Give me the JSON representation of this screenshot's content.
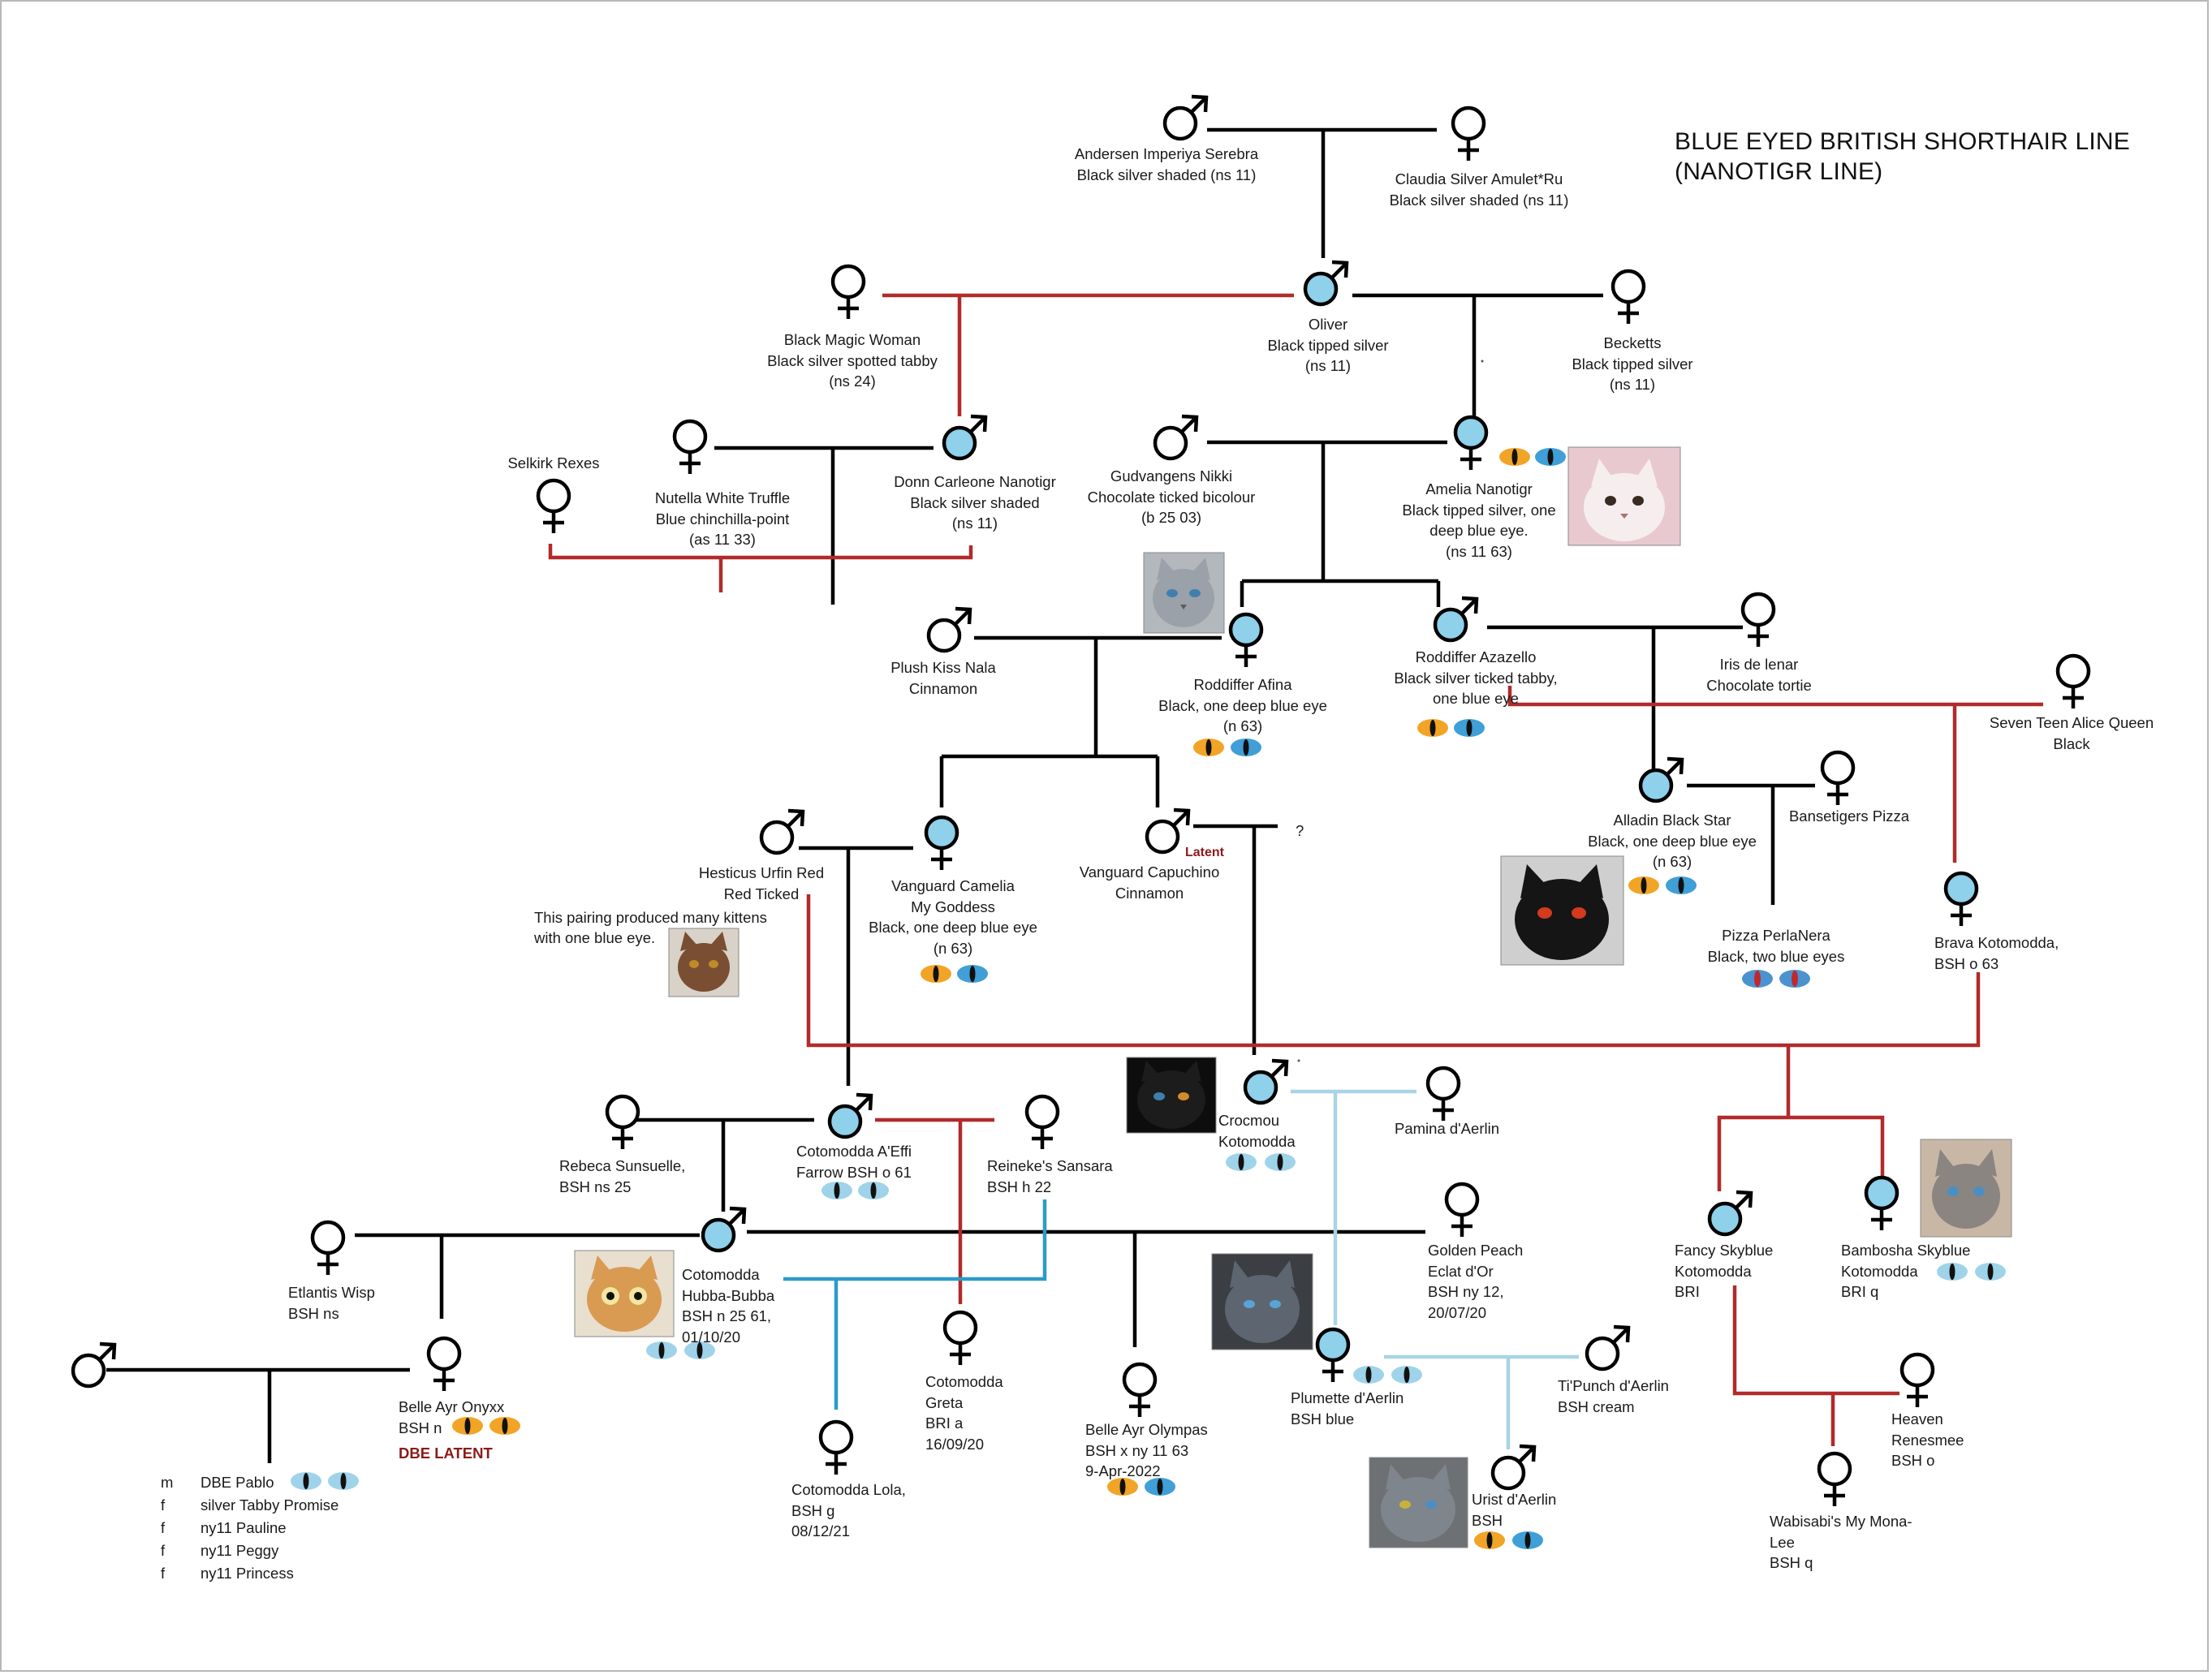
{
  "title": {
    "line1": "BLUE EYED BRITISH SHORTHAIR LINE",
    "line2": "(NANOTIGR LINE)"
  },
  "colors": {
    "line_black": "#000000",
    "line_red": "#b22a2a",
    "line_light_blue": "#a8d4e6",
    "line_mid_blue": "#2b9bc9",
    "blue_fill": "#8fd0ea",
    "eye_orange": "#f2a427",
    "eye_blue": "#3f9fd6",
    "eye_light_blue": "#9fd3ea",
    "latent_red": "#8b1a1a"
  },
  "icons": {
    "male": "male-symbol-icon",
    "female": "female-symbol-icon",
    "eye": "cat-eye-icon",
    "photo": "cat-photo"
  },
  "cats": {
    "andersen": {
      "lines": [
        "Andersen Imperiya Serebra",
        "Black silver shaded (ns 11)"
      ]
    },
    "claudia": {
      "lines": [
        "Claudia Silver Amulet*Ru",
        "Black silver shaded (ns 11)"
      ]
    },
    "black_magic_woman": {
      "lines": [
        "Black Magic Woman",
        "Black silver spotted tabby",
        "(ns 24)"
      ]
    },
    "oliver": {
      "lines": [
        "Oliver",
        "Black tipped silver",
        "(ns 11)"
      ]
    },
    "becketts": {
      "lines": [
        "Becketts",
        "Black tipped silver",
        "(ns 11)"
      ]
    },
    "selkirk": {
      "lines": [
        "Selkirk Rexes"
      ]
    },
    "nutella": {
      "lines": [
        "Nutella White Truffle",
        "Blue chinchilla-point",
        "(as 11 33)"
      ]
    },
    "donn": {
      "lines": [
        "Donn Carleone Nanotigr",
        "Black silver shaded",
        "(ns 11)"
      ]
    },
    "gudvangens": {
      "lines": [
        "Gudvangens Nikki",
        "Chocolate ticked bicolour",
        "(b 25 03)"
      ]
    },
    "amelia": {
      "lines": [
        "Amelia Nanotigr",
        "Black tipped silver, one",
        "deep blue eye.",
        "(ns 11 63)"
      ]
    },
    "plush_kiss": {
      "lines": [
        "Plush Kiss Nala",
        "Cinnamon"
      ]
    },
    "afina": {
      "lines": [
        "Roddiffer Afina",
        "Black, one deep blue eye",
        "(n 63)"
      ]
    },
    "azazello": {
      "lines": [
        "Roddiffer Azazello",
        "Black silver ticked tabby,",
        "one blue eye"
      ]
    },
    "iris": {
      "lines": [
        "Iris de lenar",
        "Chocolate tortie"
      ]
    },
    "seven_teen": {
      "lines": [
        "Seven Teen Alice Queen",
        "Black"
      ]
    },
    "hesticus": {
      "lines": [
        "Hesticus Urfin Red",
        "Red Ticked"
      ]
    },
    "vanguard_camelia": {
      "lines": [
        "Vanguard Camelia",
        "My Goddess",
        "Black, one deep blue eye",
        "(n 63)"
      ]
    },
    "vanguard_capuchino": {
      "lines": [
        "Vanguard Capuchino",
        "Cinnamon"
      ]
    },
    "latent_small": "Latent",
    "question": "?",
    "alladin": {
      "lines": [
        "Alladin Black Star",
        "Black, one deep blue eye",
        "(n 63)"
      ]
    },
    "bansetigers": {
      "lines": [
        "Bansetigers Pizza"
      ]
    },
    "pizza_perla": {
      "lines": [
        "Pizza PerlaNera",
        "Black, two blue eyes"
      ]
    },
    "brava": {
      "lines": [
        "Brava Kotomodda,",
        "BSH o 63"
      ]
    },
    "pairing_note": {
      "lines": [
        "This pairing produced many kittens",
        "with one blue eye."
      ]
    },
    "crocmou": {
      "lines": [
        "Crocmou",
        "Kotomodda"
      ]
    },
    "pamina": {
      "lines": [
        "Pamina d'Aerlin"
      ]
    },
    "rebeca": {
      "lines": [
        "Rebeca Sunsuelle,",
        "BSH ns 25"
      ]
    },
    "cotomodda_aeffi": {
      "lines": [
        "Cotomodda A'Effi",
        "Farrow   BSH o 61"
      ]
    },
    "reinekes": {
      "lines": [
        "Reineke's Sansara",
        "BSH h 22"
      ]
    },
    "etlantis": {
      "lines": [
        "Etlantis Wisp",
        "BSH ns"
      ]
    },
    "hubba_bubba": {
      "lines": [
        "Cotomodda",
        "Hubba-Bubba",
        "BSH n 25 61,",
        "01/10/20"
      ]
    },
    "golden_peach": {
      "lines": [
        "Golden Peach",
        "Eclat d'Or",
        "BSH ny 12,",
        "20/07/20"
      ]
    },
    "fancy_skyblue": {
      "lines": [
        "Fancy Skyblue",
        "Kotomodda",
        "BRI"
      ]
    },
    "bambosha": {
      "lines": [
        "Bambosha Skyblue",
        "Kotomodda",
        "BRI q"
      ]
    },
    "belle_ayr_onyxx": {
      "lines": [
        "Belle Ayr Onyxx",
        "BSH n"
      ]
    },
    "dbe_latent": "DBE LATENT",
    "cotomodda_greta": {
      "lines": [
        "Cotomodda",
        "Greta",
        "BRI a",
        "16/09/20"
      ]
    },
    "plumette": {
      "lines": [
        "Plumette d'Aerlin",
        "BSH  blue"
      ]
    },
    "tipunch": {
      "lines": [
        "Ti'Punch d'Aerlin",
        "BSH cream"
      ]
    },
    "heaven": {
      "lines": [
        "Heaven",
        "Renesmee",
        "BSH o"
      ]
    },
    "cotomodda_lola": {
      "lines": [
        "Cotomodda Lola,",
        "BSH g",
        "08/12/21"
      ]
    },
    "belle_ayr_olympas": {
      "lines": [
        "Belle Ayr Olympas",
        "BSH x ny 11 63",
        "9-Apr-2022"
      ]
    },
    "urist": {
      "lines": [
        "Urist d'Aerlin",
        "BSH"
      ]
    },
    "wabisabi": {
      "lines": [
        "Wabisabi's My Mona-",
        "Lee",
        "BSH q"
      ]
    }
  },
  "litter": [
    {
      "sex": "m",
      "name": "DBE  Pablo"
    },
    {
      "sex": "f",
      "name": "silver Tabby  Promise"
    },
    {
      "sex": "f",
      "name": "ny11 Pauline"
    },
    {
      "sex": "f",
      "name": "ny11 Peggy"
    },
    {
      "sex": "f",
      "name": "ny11 Princess"
    }
  ]
}
